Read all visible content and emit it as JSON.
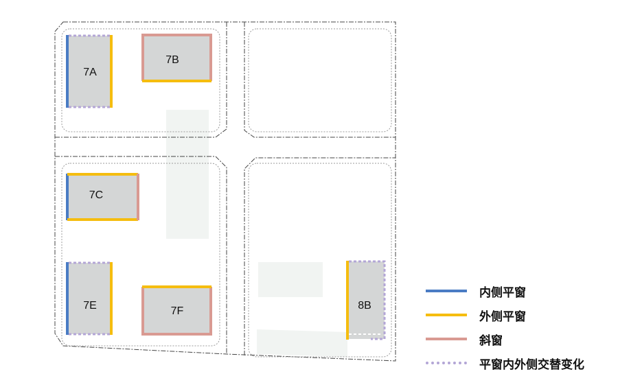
{
  "colors": {
    "inner_flat": "#4a7cc4",
    "outer_flat": "#f5bd0f",
    "slanted": "#d99a92",
    "alternating": "#b3a6d6",
    "building_fill": "#d4d6d6",
    "pale_area": "#f1f4f2",
    "outline": "#444444"
  },
  "buildings": {
    "b7a": "7A",
    "b7b": "7B",
    "b7c": "7C",
    "b7e": "7E",
    "b7f": "7F",
    "b8b": "8B"
  },
  "legend": {
    "inner_flat": "内侧平窗",
    "outer_flat": "外侧平窗",
    "slanted": "斜窗",
    "alternating": "平窗内外侧交替变化"
  }
}
